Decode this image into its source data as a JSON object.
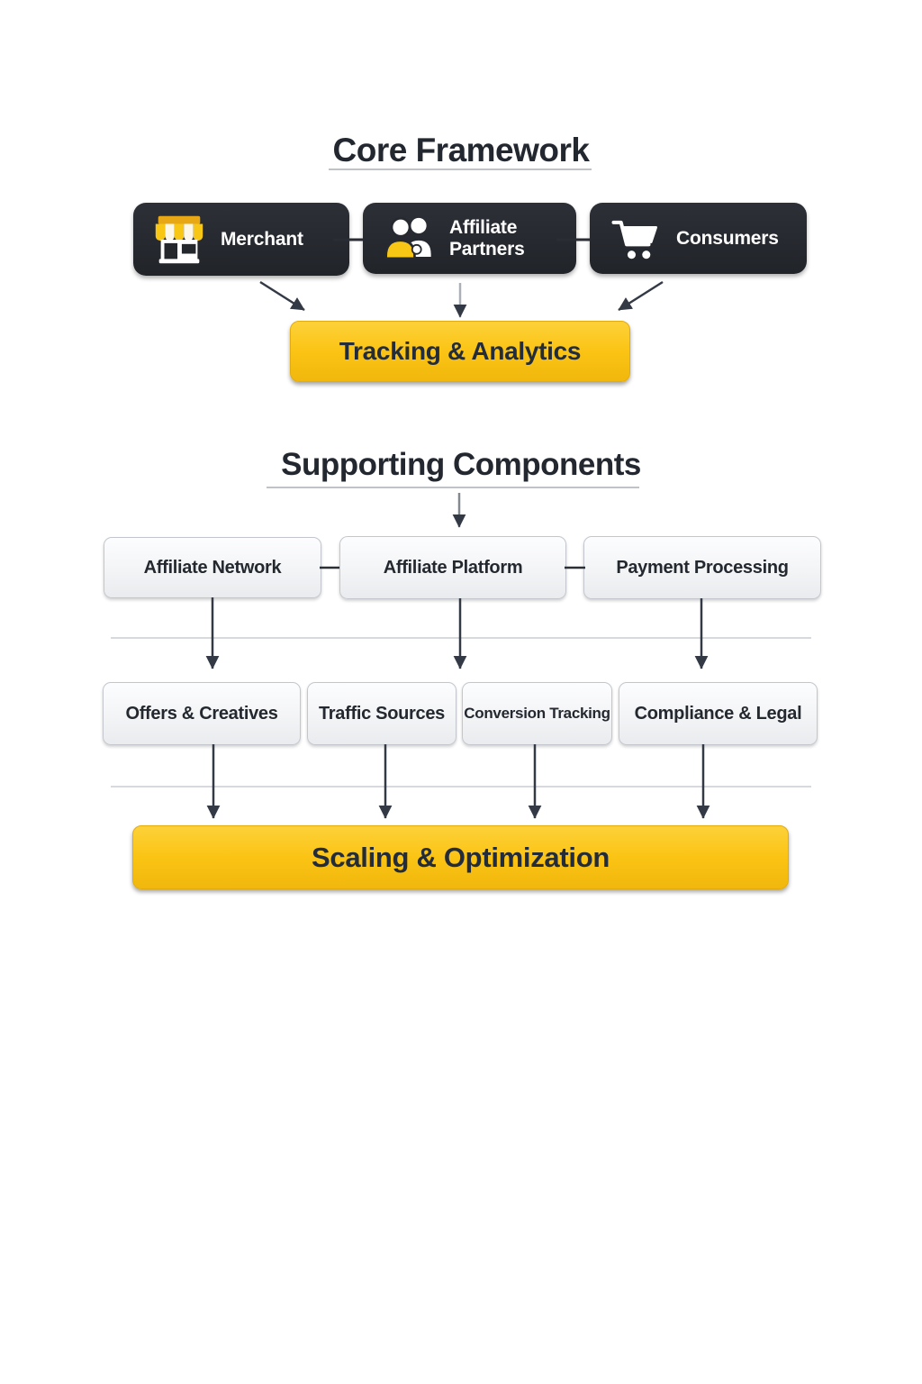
{
  "core": {
    "title": "Core Framework",
    "nodes": [
      {
        "label": "Merchant",
        "icon": "storefront-icon"
      },
      {
        "label": "Affiliate Partners",
        "icon": "affiliate-partners-icon"
      },
      {
        "label": "Consumers",
        "icon": "shopping-cart-icon"
      }
    ],
    "tracking_label": "Tracking & Analytics"
  },
  "supporting": {
    "title": "Supporting Components",
    "row1": [
      "Affiliate Network",
      "Affiliate Platform",
      "Payment Processing"
    ],
    "row2": [
      "Offers & Creatives",
      "Traffic Sources",
      "Conversion Tracking",
      "Compliance & Legal"
    ],
    "scaling_label": "Scaling & Optimization"
  },
  "colors": {
    "accent_yellow": "#fbc414",
    "dark_node": "#26292f",
    "text_dark": "#232830",
    "arrow": "#333a45"
  }
}
